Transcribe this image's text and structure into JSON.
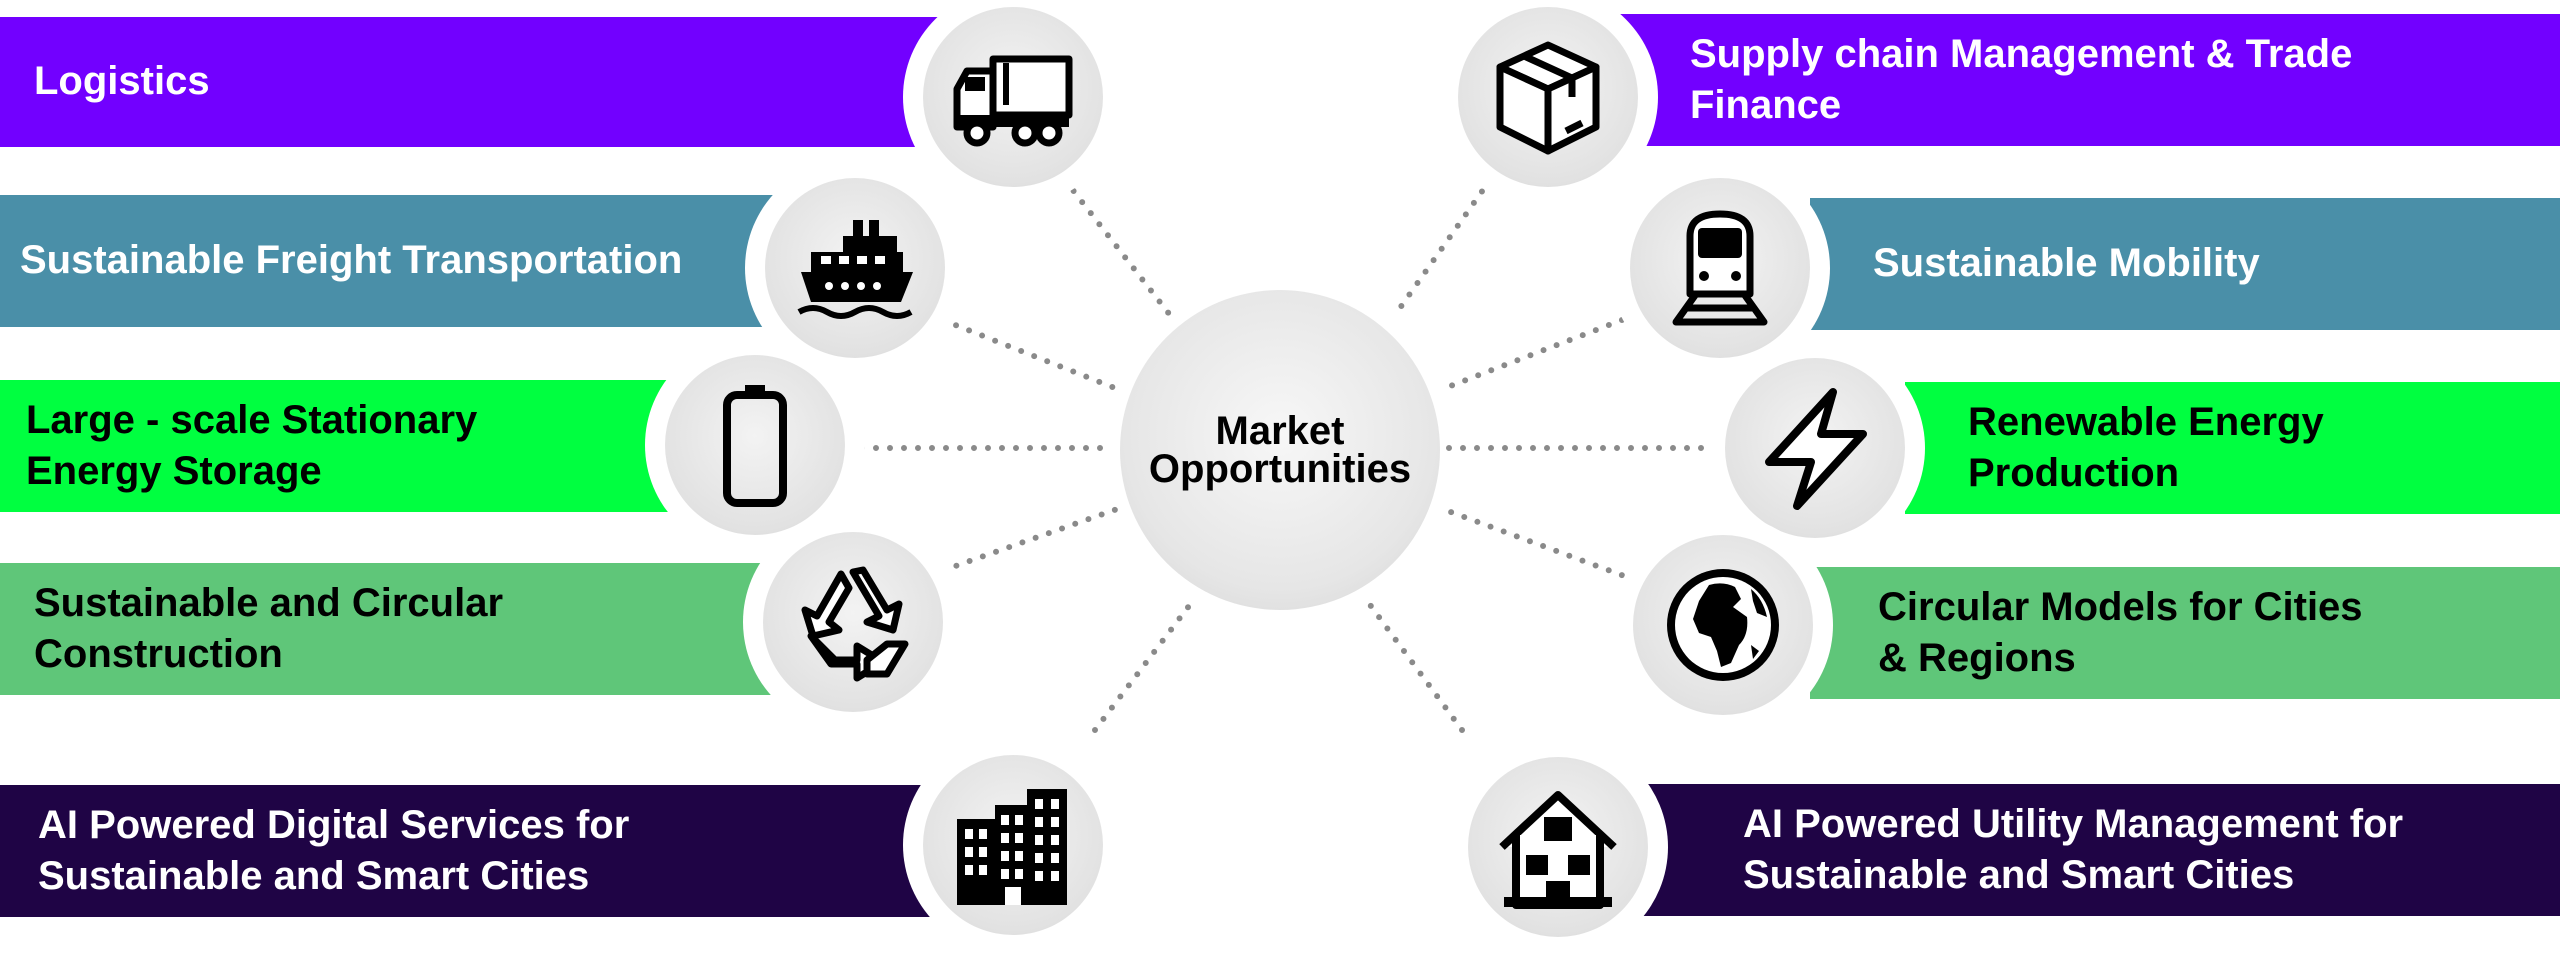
{
  "center": {
    "line1": "Market",
    "line2": "Opportunities"
  },
  "colors": {
    "purple": "#7200ff",
    "teal": "#4a8fa8",
    "bright_green": "#00ff40",
    "medium_green": "#5fc679",
    "dark_purple": "#1f0445",
    "icon_ink": "#000000",
    "connector": "#8a8a8a"
  },
  "left": [
    {
      "label": "Logistics",
      "icon": "truck-icon",
      "color": "purple",
      "text_color": "#ffffff"
    },
    {
      "label": "Sustainable Freight Transportation",
      "icon": "ship-icon",
      "color": "teal",
      "text_color": "#ffffff"
    },
    {
      "label": "Large - scale Stationary\nEnergy Storage",
      "icon": "battery-icon",
      "color": "bright_green",
      "text_color": "#000000"
    },
    {
      "label": "Sustainable and Circular\nConstruction",
      "icon": "recycle-icon",
      "color": "medium_green",
      "text_color": "#000000"
    },
    {
      "label": "AI Powered Digital Services for\nSustainable and Smart Cities",
      "icon": "buildings-icon",
      "color": "dark_purple",
      "text_color": "#ffffff"
    }
  ],
  "right": [
    {
      "label": "Supply chain Management & Trade\nFinance",
      "icon": "package-icon",
      "color": "purple",
      "text_color": "#ffffff"
    },
    {
      "label": "Sustainable  Mobility",
      "icon": "train-icon",
      "color": "teal",
      "text_color": "#ffffff"
    },
    {
      "label": "Renewable Energy\nProduction",
      "icon": "lightning-icon",
      "color": "bright_green",
      "text_color": "#000000"
    },
    {
      "label": "Circular Models for Cities\n& Regions",
      "icon": "globe-icon",
      "color": "medium_green",
      "text_color": "#000000"
    },
    {
      "label": "AI Powered Utility Management  for\nSustainable and Smart Cities",
      "icon": "house-icon",
      "color": "dark_purple",
      "text_color": "#ffffff"
    }
  ]
}
